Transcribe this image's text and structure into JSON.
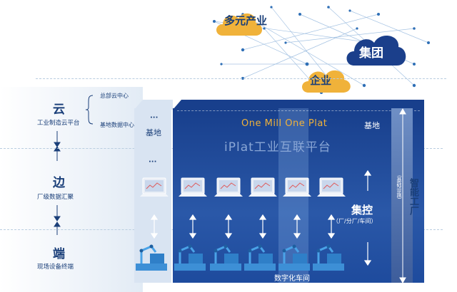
{
  "clouds": {
    "multi": "多元产业",
    "group": "集团",
    "enterprise": "企业"
  },
  "tiers": {
    "cloud": {
      "title": "云",
      "subtitle": "工业制造云平台"
    },
    "edge": {
      "title": "边",
      "subtitle": "厂级数据汇聚"
    },
    "terminal": {
      "title": "端",
      "subtitle": "现场设备终端"
    }
  },
  "branches": {
    "hq": "总部云中心",
    "base": "基地数据中心"
  },
  "panel": {
    "left_dots": "···",
    "left_label": "基地",
    "edge_dots": "···",
    "headline": "One Mill One Plat",
    "right_label": "基地",
    "platform": "iPlat工业互联平台",
    "control_title": "集控",
    "control_sub": "（厂/分厂/车间）",
    "digital_workshop": "数字化车间"
  },
  "right_bar": {
    "title": "智能工厂",
    "sub": "(基础设施)"
  },
  "colors": {
    "navy": "#1a3f79",
    "panel": "#183f8c",
    "gold": "#f0b23a",
    "group_blue": "#1b3f8b"
  }
}
